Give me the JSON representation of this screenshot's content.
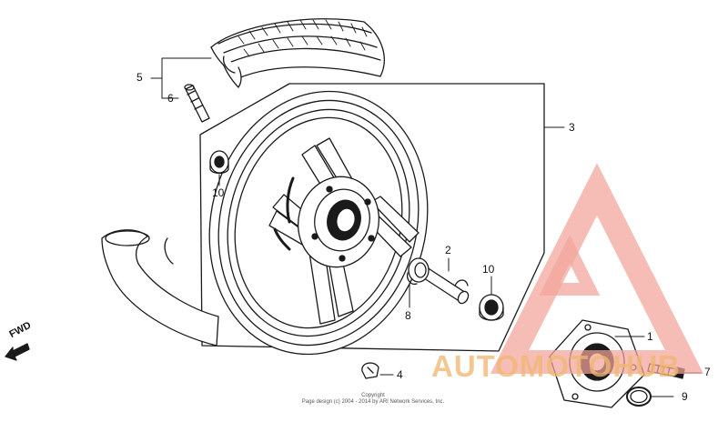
{
  "diagram": {
    "callouts": [
      {
        "key": "c1",
        "label": "1"
      },
      {
        "key": "c2",
        "label": "2"
      },
      {
        "key": "c3",
        "label": "3"
      },
      {
        "key": "c4",
        "label": "4"
      },
      {
        "key": "c5",
        "label": "5"
      },
      {
        "key": "c6",
        "label": "6"
      },
      {
        "key": "c7",
        "label": "7"
      },
      {
        "key": "c8",
        "label": "8"
      },
      {
        "key": "c9",
        "label": "9"
      },
      {
        "key": "c10a",
        "label": "10"
      },
      {
        "key": "c10b",
        "label": "10"
      }
    ],
    "fwd_label": "FWD",
    "copyright_line1": "Copyright",
    "copyright_line2": "Page design (c) 2004 - 2014 by ARI Network Services, Inc."
  },
  "watermark": {
    "text": "AUTOMOTOHUB",
    "color": "#f2a39a",
    "text_color": "#f2b774"
  }
}
